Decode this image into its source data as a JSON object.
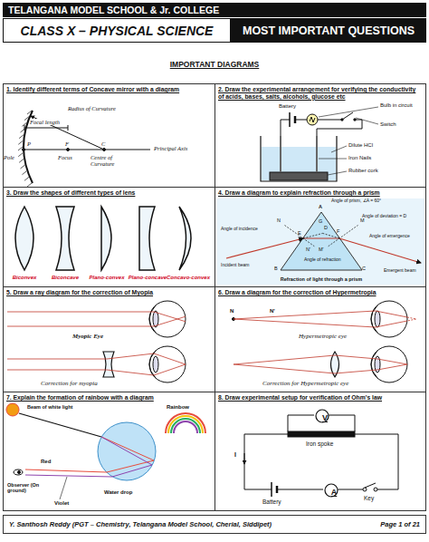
{
  "diagram": {
    "title": "IMPORTANT DIAGRAMS",
    "nodes": [
      {
        "text": [
          "TELANGANA MODEL SCHOOL & Jr. COLLEGE"
        ]
      },
      {
        "text": [
          "CLASS X – PHYSICAL SCIENCE"
        ]
      },
      {
        "text": [
          "MOST IMPORTANT QUESTIONS"
        ]
      },
      {
        "text": [
          "1. Identify different terms of Concave mirror with a diagram"
        ]
      },
      {
        "text": [
          "2. Draw the experimental arrangement for verifying the conductivity of acids, bases, salts, alcohols, glucose etc"
        ]
      },
      {
        "text": [
          "3. Draw the shapes of different types of lens"
        ]
      },
      {
        "text": [
          "4. Draw a diagram to explain refraction through a prism"
        ]
      },
      {
        "text": [
          "5. Draw a ray diagram for the correction of Myopia"
        ]
      },
      {
        "text": [
          "6. Draw a diagram for the correction of Hypermetropia"
        ]
      },
      {
        "text": [
          "7. Explain the formation of rainbow with a diagram"
        ]
      },
      {
        "text": [
          "8. Draw experimental setup for verification of Ohm's law"
        ]
      },
      {
        "text": [
          "V"
        ],
        "in": 10
      },
      {
        "text": [
          "A"
        ],
        "in": 10
      },
      {
        "text": [
          "Y. Santhosh Reddy (PGT – Chemistry, Telangana Model School, Cherial, Siddipet)",
          "Page 1 of 21"
        ]
      }
    ],
    "labels": [
      "Radius of Curvature",
      "Focal length",
      "P",
      "F",
      "C",
      "Principal Axis",
      "Pole",
      "Focus",
      "Centre of Curvature",
      "Battery",
      "Bulb in circuit",
      "Switch",
      "Dilute HCl",
      "Iron Nails",
      "Rubber cork",
      "Biconvex",
      "Biconcave",
      "Plano-convex",
      "Plano-concave",
      "Concavo-convex",
      "Angle of prism, ∠A = 60°",
      "A",
      "Angle of deviation = D",
      "N",
      "E",
      "G",
      "M",
      "D",
      "F",
      "Angle of incidence",
      "Angle of emergence",
      "N'",
      "M'",
      "Incident beam",
      "Angle of refraction",
      "B",
      "C",
      "Emergent beam",
      "Refraction of light through a prism",
      "Myopic Eye",
      "Correction for myopia",
      "N",
      "N'",
      "Hypermetropic eye",
      "Correction for Hypermetropic eye",
      "Beam of white light",
      "Rainbow",
      "Red",
      "Water drop",
      "Observer (On ground)",
      "Violet",
      "Iron spoke",
      "I",
      "Battery",
      "Key"
    ]
  }
}
